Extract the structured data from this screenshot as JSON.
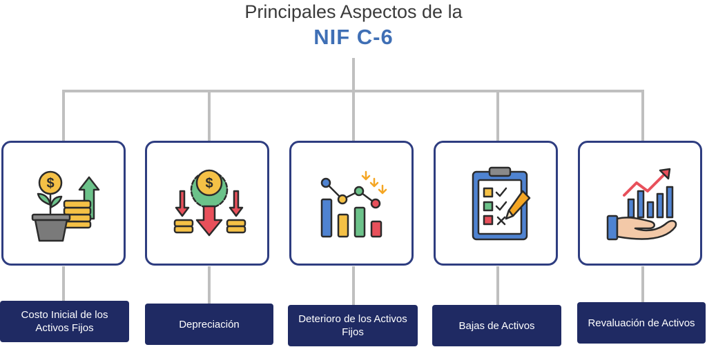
{
  "title": {
    "line1": "Principales Aspectos de la",
    "line2": "NIF C-6"
  },
  "colors": {
    "title_accent": "#3f6fb5",
    "card_border": "#2e3d80",
    "label_bg": "#1f2a63",
    "connector": "#bfbfbf"
  },
  "items": [
    {
      "label": "Costo Inicial de los Activos Fijos",
      "icon": "plant-coins-growth-icon"
    },
    {
      "label": "Depreciación",
      "icon": "coin-gear-down-arrows-icon"
    },
    {
      "label": "Deterioro de los Activos Fijos",
      "icon": "declining-bar-chart-icon"
    },
    {
      "label": "Bajas de Activos",
      "icon": "clipboard-checklist-icon"
    },
    {
      "label": "Revaluación de Activos",
      "icon": "hand-growth-chart-icon"
    }
  ]
}
